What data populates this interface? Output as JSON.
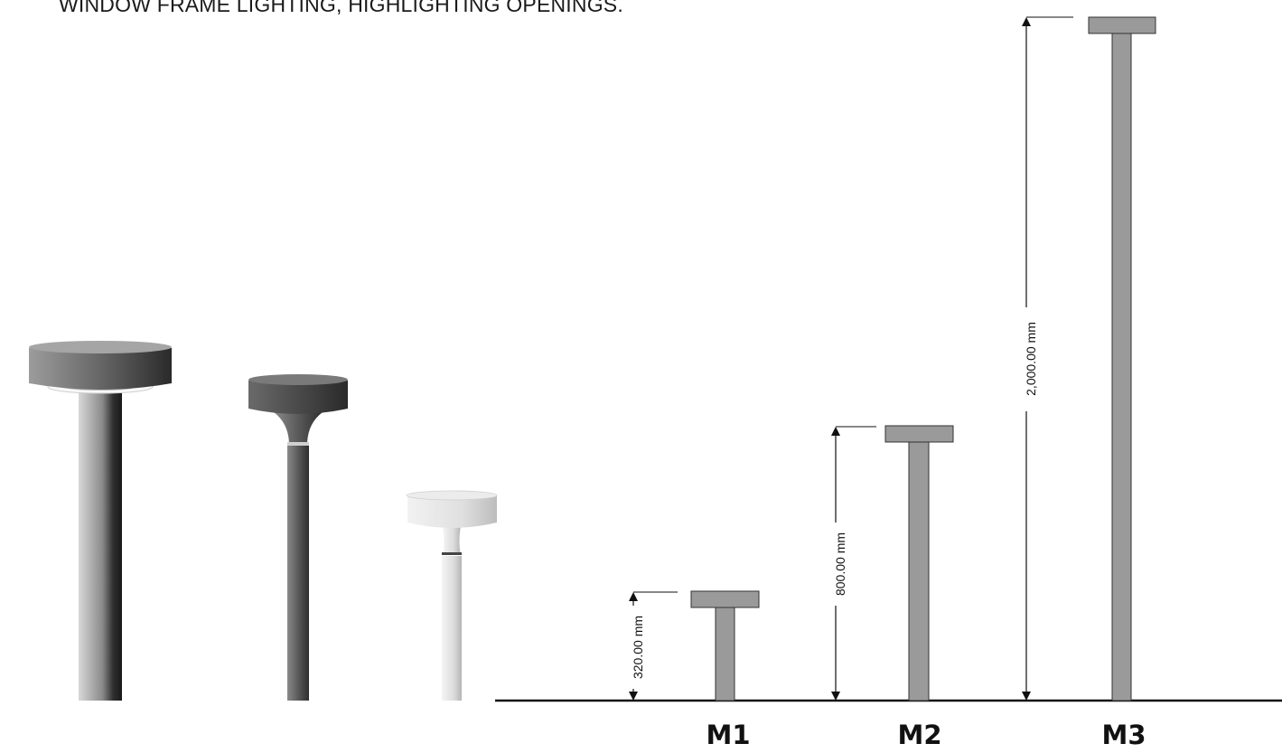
{
  "caption": "WINDOW FRAME LIGHTING, HIGHLIGHTING OPENINGS.",
  "models": [
    {
      "label": "M1",
      "dimension": "320.00 mm"
    },
    {
      "label": "M2",
      "dimension": "800.00 mm"
    },
    {
      "label": "M3",
      "dimension": "2,000.00 mm"
    }
  ],
  "colors": {
    "diagram_fill": "#9a9a9a",
    "line": "#111111",
    "dark_finish": "#3a3a3a",
    "white_finish": "#e6e6e6"
  }
}
